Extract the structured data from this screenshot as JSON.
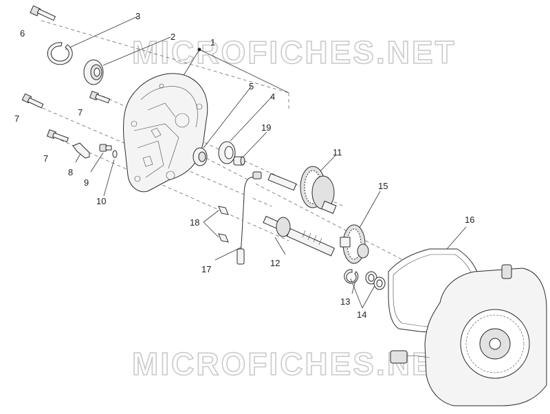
{
  "watermarks": [
    "MICROFICHES.NET",
    "MICROFICHES.NET"
  ],
  "callouts": {
    "c1": "1",
    "c2": "2",
    "c3": "3",
    "c4": "4",
    "c5": "5",
    "c6": "6",
    "c7a": "7",
    "c7b": "7",
    "c7c": "7",
    "c8": "8",
    "c9": "9",
    "c10": "10",
    "c11": "11",
    "c12": "12",
    "c13": "13",
    "c14": "14",
    "c15": "15",
    "c16": "16",
    "c17": "17",
    "c18": "18",
    "c19": "19"
  }
}
